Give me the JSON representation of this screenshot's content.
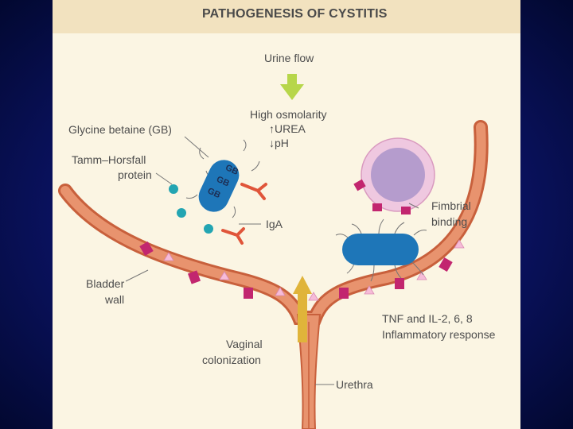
{
  "title": "PATHOGENESIS OF CYSTITIS",
  "labels": {
    "urine_flow": "Urine flow",
    "high_osmolarity": "High osmolarity",
    "urea": "↑UREA",
    "ph": "↓pH",
    "glycine_betaine": "Glycine betaine (GB)",
    "tamm_horsfall_1": "Tamm–Horsfall",
    "tamm_horsfall_2": "protein",
    "iga": "IgA",
    "fimbrial_1": "Fimbrial",
    "fimbrial_2": "binding",
    "bladder_1": "Bladder",
    "bladder_2": "wall",
    "tnf_1": "TNF and IL-2, 6, 8",
    "tnf_2": "Inflammatory response",
    "vaginal_1": "Vaginal",
    "vaginal_2": "colonization",
    "urethra": "Urethra",
    "gb": "GB"
  },
  "colors": {
    "wall": "#e8936e",
    "wall_edge": "#c8603c",
    "bacterium": "#1e76b8",
    "receptor": "#c2266f",
    "teal": "#23a5b2",
    "antibody": "#e0553a",
    "arrow_green": "#b7d64a",
    "arrow_gold": "#e0b43a",
    "cell_outer": "#efc8e0",
    "cell_inner": "#b59ccd"
  }
}
